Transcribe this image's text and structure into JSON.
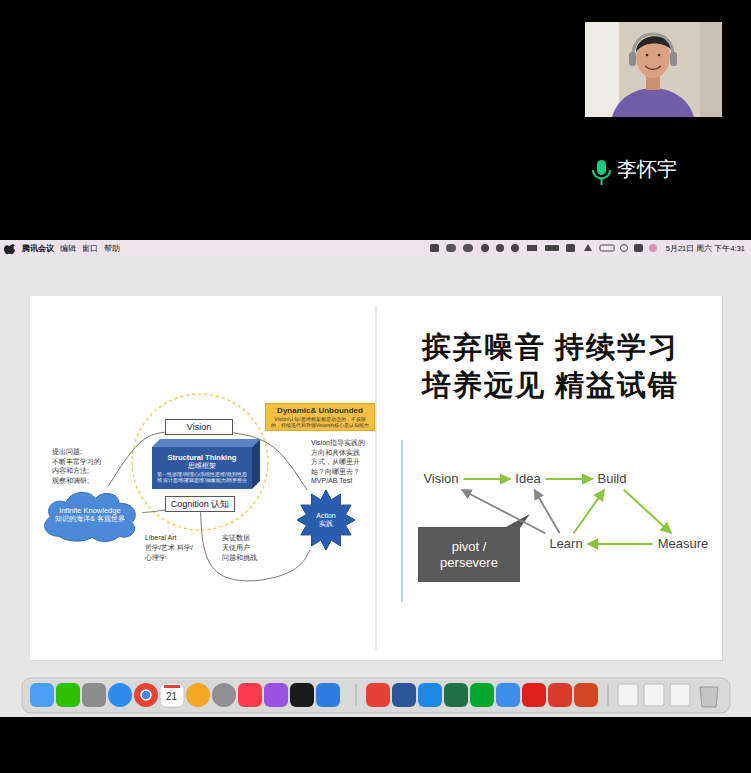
{
  "diagram": {
    "title": "摈弃噪音 持续学习 培养远见 精益试错",
    "nodes": [
      {
        "text": [
          "Vision"
        ]
      },
      {
        "text": [
          "Structural Thinking",
          "思维框架",
          "第一性原理/同理心/系统性思维/批判性思维 设计思维/逻辑思维/抽象能力/跨界整合"
        ]
      },
      {
        "text": [
          "Cognition 认知"
        ]
      },
      {
        "text": [
          "Dynamic& Unbounded",
          "Vision/认知/思维框架都是动态的，不设限的，持续迭代和升级Vision的核心是认知能力"
        ]
      },
      {
        "text": [
          "Infinite Knowledge",
          "知识的海洋& 客观世界"
        ]
      },
      {
        "text": [
          "Action",
          "实践"
        ]
      },
      {
        "text": [
          "Vision"
        ]
      },
      {
        "text": [
          "Idea"
        ]
      },
      {
        "text": [
          "Build"
        ]
      },
      {
        "text": [
          "Measure"
        ]
      },
      {
        "text": [
          "Learn"
        ]
      },
      {
        "text": [
          "pivot / persevere"
        ]
      }
    ],
    "edges": [
      {
        "from": 4,
        "to": 0,
        "arrow": "none"
      },
      {
        "from": 0,
        "to": 5,
        "arrow": "none"
      },
      {
        "from": 5,
        "to": 2,
        "arrow": "none"
      },
      {
        "from": 2,
        "to": 4,
        "arrow": "none"
      },
      {
        "from": 6,
        "to": 7,
        "arrow": "to"
      },
      {
        "from": 7,
        "to": 8,
        "arrow": "to"
      },
      {
        "from": 8,
        "to": 9,
        "arrow": "to"
      },
      {
        "from": 9,
        "to": 10,
        "arrow": "to"
      },
      {
        "from": 10,
        "to": 8,
        "arrow": "to"
      },
      {
        "from": 10,
        "to": 7,
        "arrow": "to"
      },
      {
        "from": 10,
        "to": 6,
        "arrow": "to"
      }
    ],
    "labels": [
      "腾讯会议",
      "编辑",
      "窗口",
      "帮助",
      "5月21日 周六 下午4:31",
      "李怀宇",
      "提出问题; 不断丰富学习的 内容和方法; 观察和调研;",
      "Vision指导实践的 方向和具体实践 方式，从哪里开 始？向哪里去？ MVP/AB Test",
      "Liberal Art 哲学/艺术 科学/心理学",
      "实证数据 天使用户 问题和挑战",
      "21"
    ]
  }
}
